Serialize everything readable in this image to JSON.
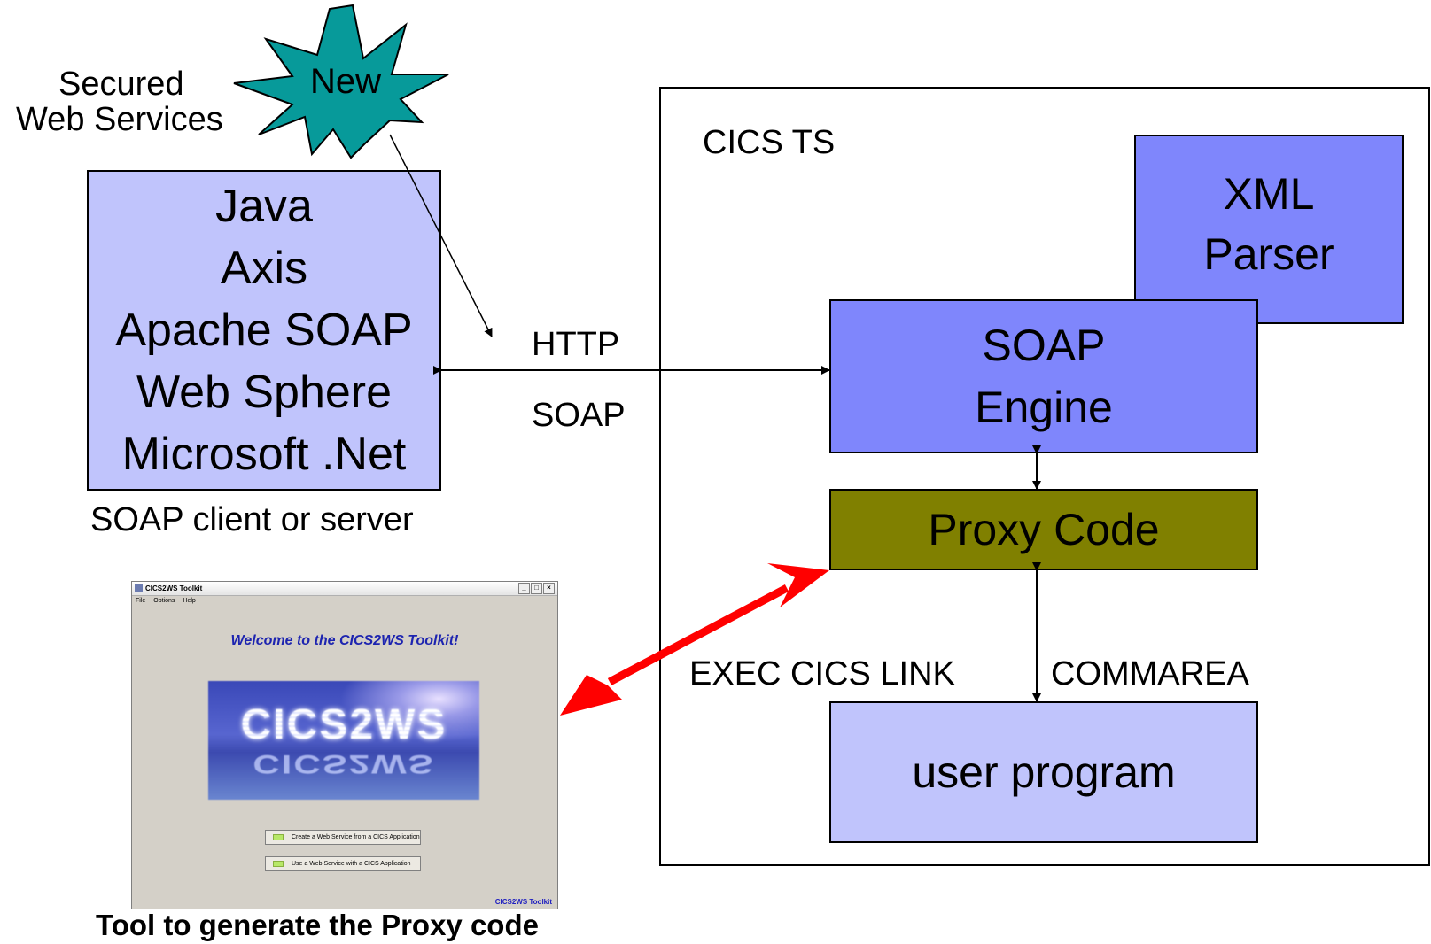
{
  "colors": {
    "light_box": "#c0c4fc",
    "soap_box": "#7f86fc",
    "proxy_box": "#808000",
    "starburst": "#079a9a",
    "red_arrow": "#ff0000"
  },
  "starburst": {
    "label": "New"
  },
  "secured_label": {
    "line1": "Secured",
    "line2": "Web Services"
  },
  "client_box": {
    "lines": [
      "Java",
      "Axis",
      "Apache SOAP",
      "Web Sphere",
      "Microsoft .Net"
    ],
    "caption": "SOAP client or server"
  },
  "protocol": {
    "top": "HTTP",
    "bottom": "SOAP"
  },
  "cics": {
    "title": "CICS TS",
    "xml_parser": {
      "line1": "XML",
      "line2": "Parser"
    },
    "soap_engine": {
      "line1": "SOAP",
      "line2": "Engine"
    },
    "proxy_code": "Proxy Code",
    "link_label": "EXEC CICS LINK",
    "commarea_label": "COMMAREA",
    "user_program": "user program"
  },
  "toolkit_window": {
    "title": "CICS2WS Toolkit",
    "menu": [
      "File",
      "Options",
      "Help"
    ],
    "welcome": "Welcome to the CICS2WS Toolkit!",
    "logo_text": "CICS2WS",
    "buttons": [
      "Create a Web Service from a CICS Application",
      "Use a Web Service with a CICS Application"
    ],
    "status": "CICS2WS Toolkit"
  },
  "tool_caption": "Tool to generate the Proxy code"
}
